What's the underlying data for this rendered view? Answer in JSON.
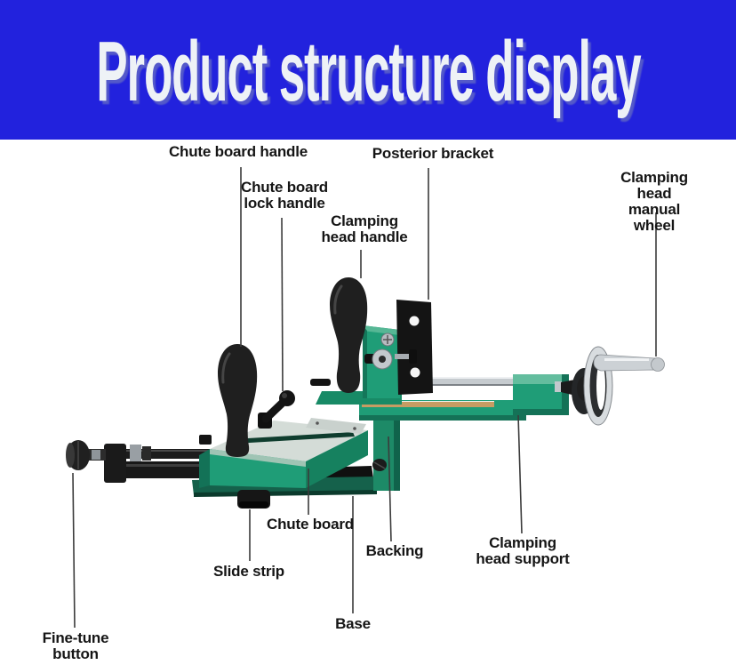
{
  "header": {
    "title": "Product structure display"
  },
  "colors": {
    "banner_blue": "#2222dd",
    "title_white": "#eef2f6",
    "machine_green": "#1f9d77",
    "machine_green_dark": "#147257",
    "machine_green_deep": "#15614b",
    "top_surface_silver": "#d4dcd7",
    "brass_stripe": "#c79c63",
    "part_black": "#161616",
    "chrome": "#ccd1d5",
    "label_text": "#151515"
  },
  "labels": {
    "chute_board_handle": "Chute board handle",
    "posterior_bracket": "Posterior bracket",
    "chute_board_lock_handle": "Chute board\nlock handle",
    "clamping_head_handle": "Clamping\nhead handle",
    "clamping_head_manual_wheel": "Clamping head\nmanual wheel",
    "fine_tune_button": "Fine-tune\nbutton",
    "slide_strip": "Slide strip",
    "chute_board": "Chute board",
    "backing": "Backing",
    "base": "Base",
    "clamping_head_support": "Clamping\nhead support"
  }
}
